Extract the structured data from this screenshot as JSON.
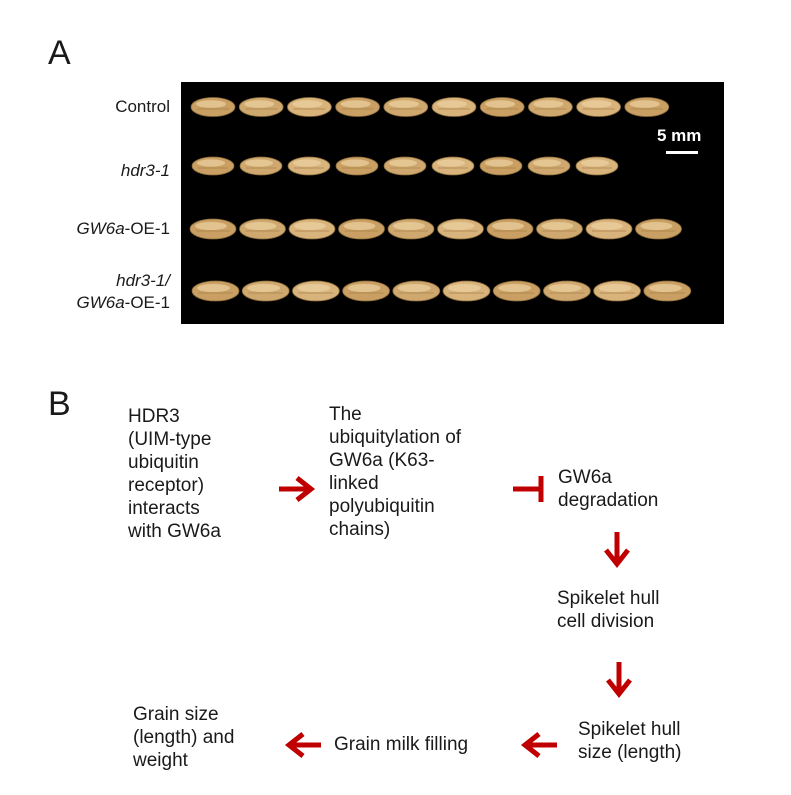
{
  "panel_a": {
    "letter": "A",
    "rows": [
      {
        "plain": "Control",
        "italic": "",
        "suffix": "",
        "line2_italic": "",
        "line2_suffix": "",
        "grains": 10
      },
      {
        "plain": "",
        "italic": "hdr3-1",
        "suffix": "",
        "line2_italic": "",
        "line2_suffix": "",
        "grains": 9
      },
      {
        "plain": "",
        "italic": "GW6a",
        "suffix": "-OE-1",
        "line2_italic": "",
        "line2_suffix": "",
        "grains": 10
      },
      {
        "plain": "",
        "italic": "hdr3-1/",
        "suffix": "",
        "line2_italic": "GW6a",
        "line2_suffix": "-OE-1",
        "grains": 10
      }
    ],
    "scale_label": "5 mm"
  },
  "panel_b": {
    "letter": "B",
    "hdr3_text": "HDR3\n(UIM-type\nubiquitin\nreceptor)\ninteracts\nwith GW6a",
    "ubiquitylation_text": "The\nubiquitylation of\nGW6a (K63-\nlinked\npolyubiquitin\nchains)",
    "degradation_text": "GW6a\ndegradation",
    "cell_division_text": "Spikelet hull\ncell division",
    "hull_size_text": "Spikelet hull\nsize (length)",
    "milk_filling_text": "Grain milk filling",
    "grain_size_text": "Grain size\n(length) and\nweight",
    "arrow_color": "#c00000"
  }
}
